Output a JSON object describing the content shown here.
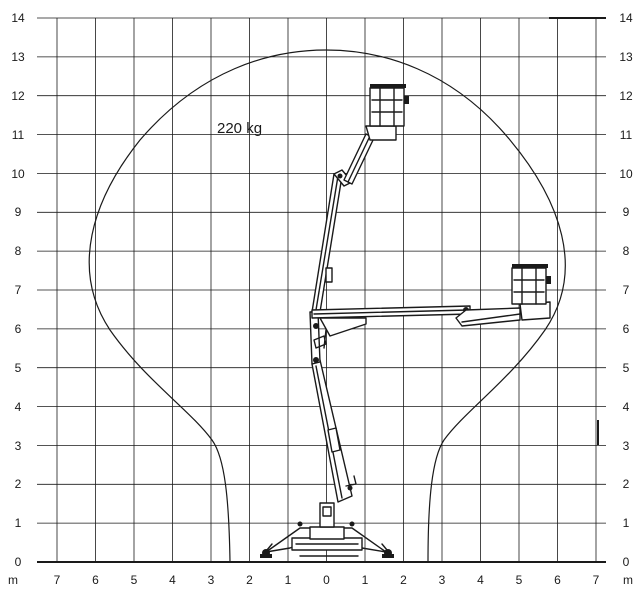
{
  "left_axis": {
    "ticks": [
      "14",
      "13",
      "12",
      "11",
      "10",
      "9",
      "8",
      "7",
      "6",
      "5",
      "4",
      "3",
      "2",
      "1",
      "0"
    ]
  },
  "right_axis": {
    "ticks": [
      "14",
      "13",
      "12",
      "11",
      "10",
      "9",
      "8",
      "7",
      "6",
      "5",
      "4",
      "3",
      "2",
      "1",
      "0"
    ]
  },
  "bottom_axis": {
    "unit_left": "m",
    "unit_right": "m",
    "ticks": [
      "7",
      "6",
      "5",
      "4",
      "3",
      "2",
      "1",
      "0",
      "1",
      "2",
      "3",
      "4",
      "5",
      "6",
      "7"
    ]
  },
  "load_label": "220 kg",
  "x_range_m": [
    -7,
    7
  ],
  "y_range_m": [
    0,
    14
  ],
  "grid": true,
  "working_envelope": "closed outline around reach area",
  "figure": "tracked aerial work platform with articulated boom, shown in two positions: fully raised and horizontal outreach"
}
